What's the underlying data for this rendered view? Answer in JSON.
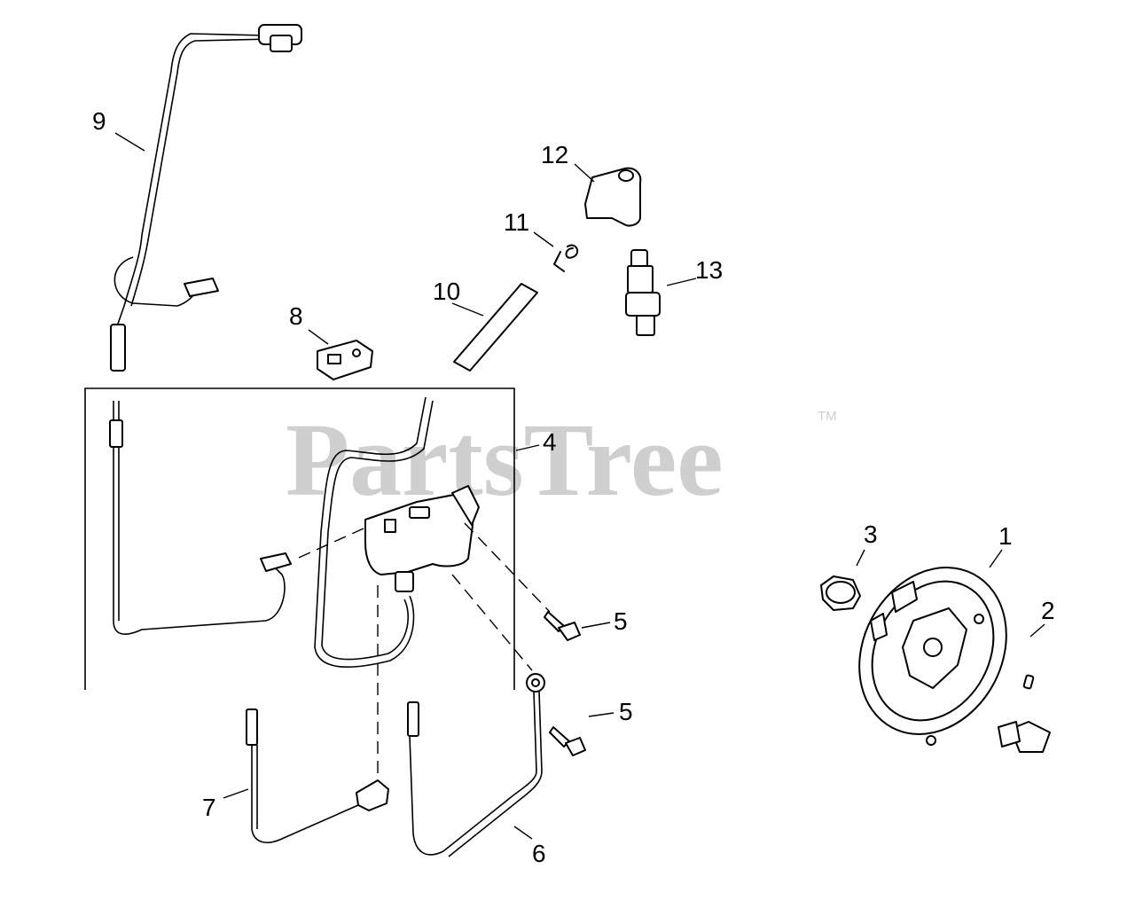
{
  "watermark": {
    "text": "PartsTree",
    "trademark": "TM"
  },
  "callouts": [
    {
      "id": "9",
      "label": "9"
    },
    {
      "id": "12",
      "label": "12"
    },
    {
      "id": "11",
      "label": "11"
    },
    {
      "id": "13",
      "label": "13"
    },
    {
      "id": "10",
      "label": "10"
    },
    {
      "id": "8",
      "label": "8"
    },
    {
      "id": "4",
      "label": "4"
    },
    {
      "id": "3",
      "label": "3"
    },
    {
      "id": "1",
      "label": "1"
    },
    {
      "id": "2",
      "label": "2"
    },
    {
      "id": "5a",
      "label": "5"
    },
    {
      "id": "5b",
      "label": "5"
    },
    {
      "id": "7",
      "label": "7"
    },
    {
      "id": "6",
      "label": "6"
    }
  ]
}
